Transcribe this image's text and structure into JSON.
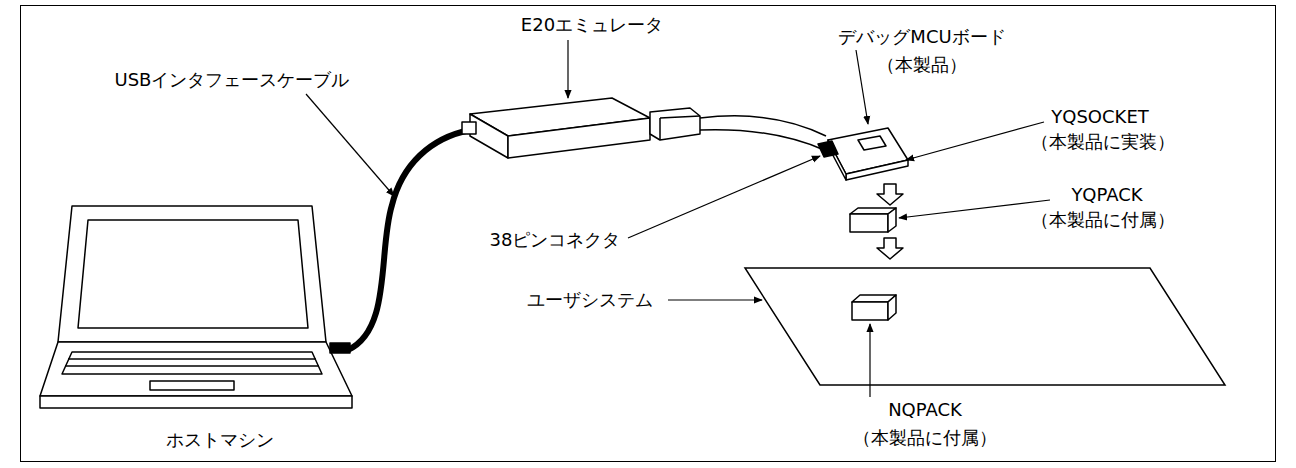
{
  "diagram": {
    "labels": [
      "E20エミュレータ",
      "デバッグMCUボード",
      "（本製品）",
      "USBインタフェースケーブル",
      "YQSOCKET",
      "（本製品に実装）",
      "38ピンコネクタ",
      "YQPACK",
      "（本製品に付属）",
      "ユーザシステム",
      "NQPACK",
      "（本製品に付属）",
      "ホストマシン"
    ]
  }
}
